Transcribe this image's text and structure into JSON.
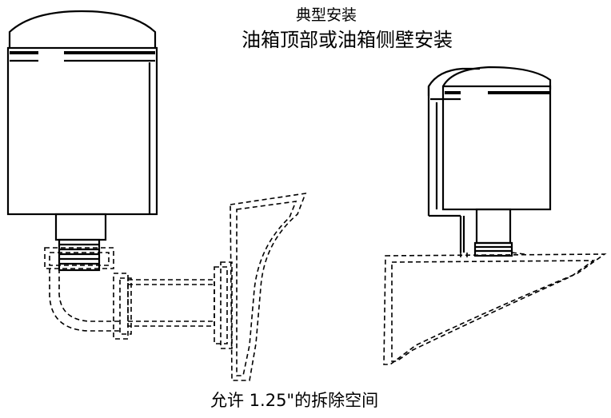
{
  "header": {
    "heading": "典型安装",
    "subheading": "油箱顶部或油箱侧壁安装"
  },
  "footer": {
    "caption": "允许 1.25\"的拆除空间"
  }
}
